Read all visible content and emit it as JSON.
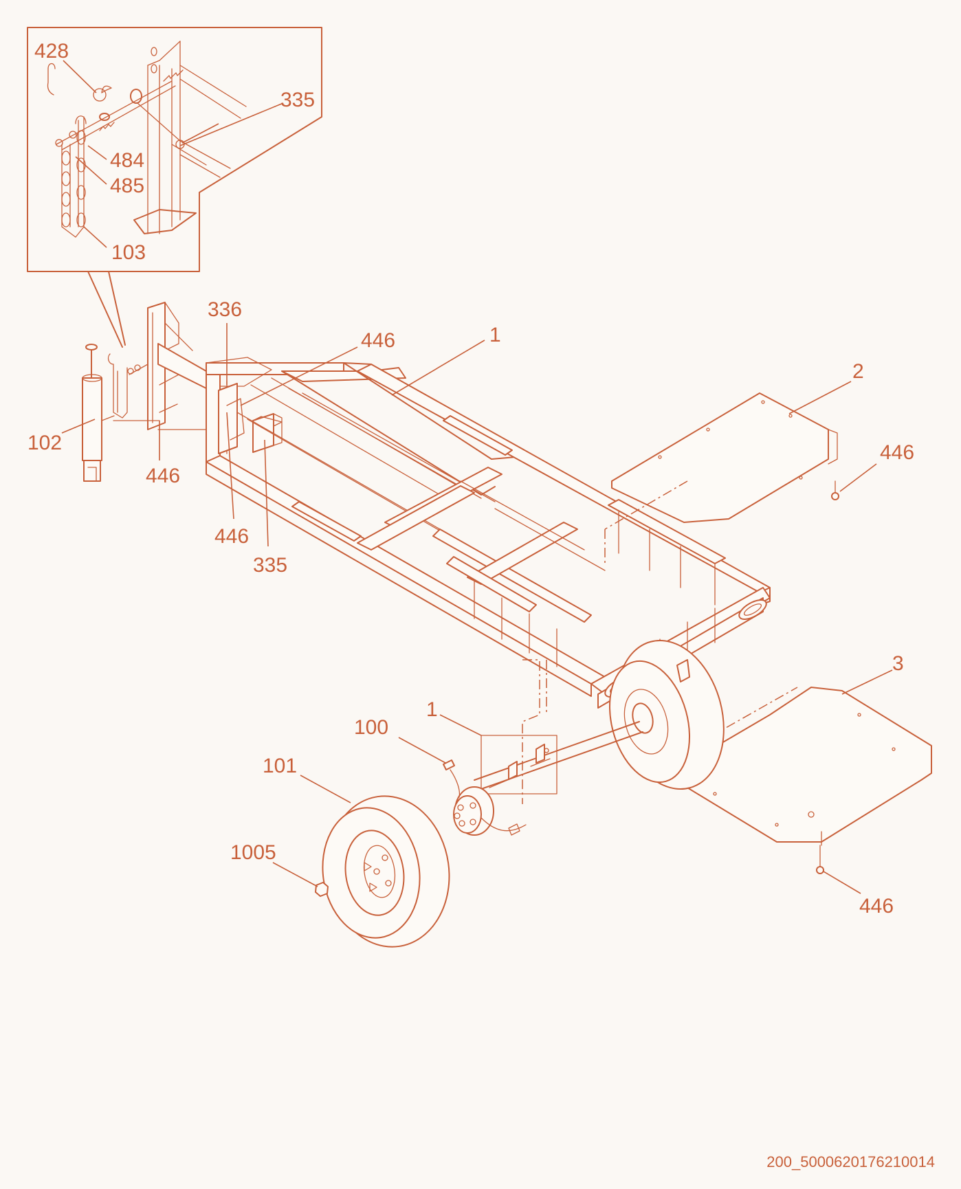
{
  "diagram": {
    "callouts": {
      "p428": "428",
      "p335_inset": "335",
      "p484": "484",
      "p485": "485",
      "p103": "103",
      "p336": "336",
      "p446_top": "446",
      "p1_frame": "1",
      "p2": "2",
      "p446_right": "446",
      "p102": "102",
      "p446_jack": "446",
      "p446_mid": "446",
      "p335_mid": "335",
      "p3": "3",
      "p1_axle": "1",
      "p100": "100",
      "p101": "101",
      "p1005": "1005",
      "p446_bottom": "446"
    },
    "drawing_code": "200_5000620176210014"
  }
}
